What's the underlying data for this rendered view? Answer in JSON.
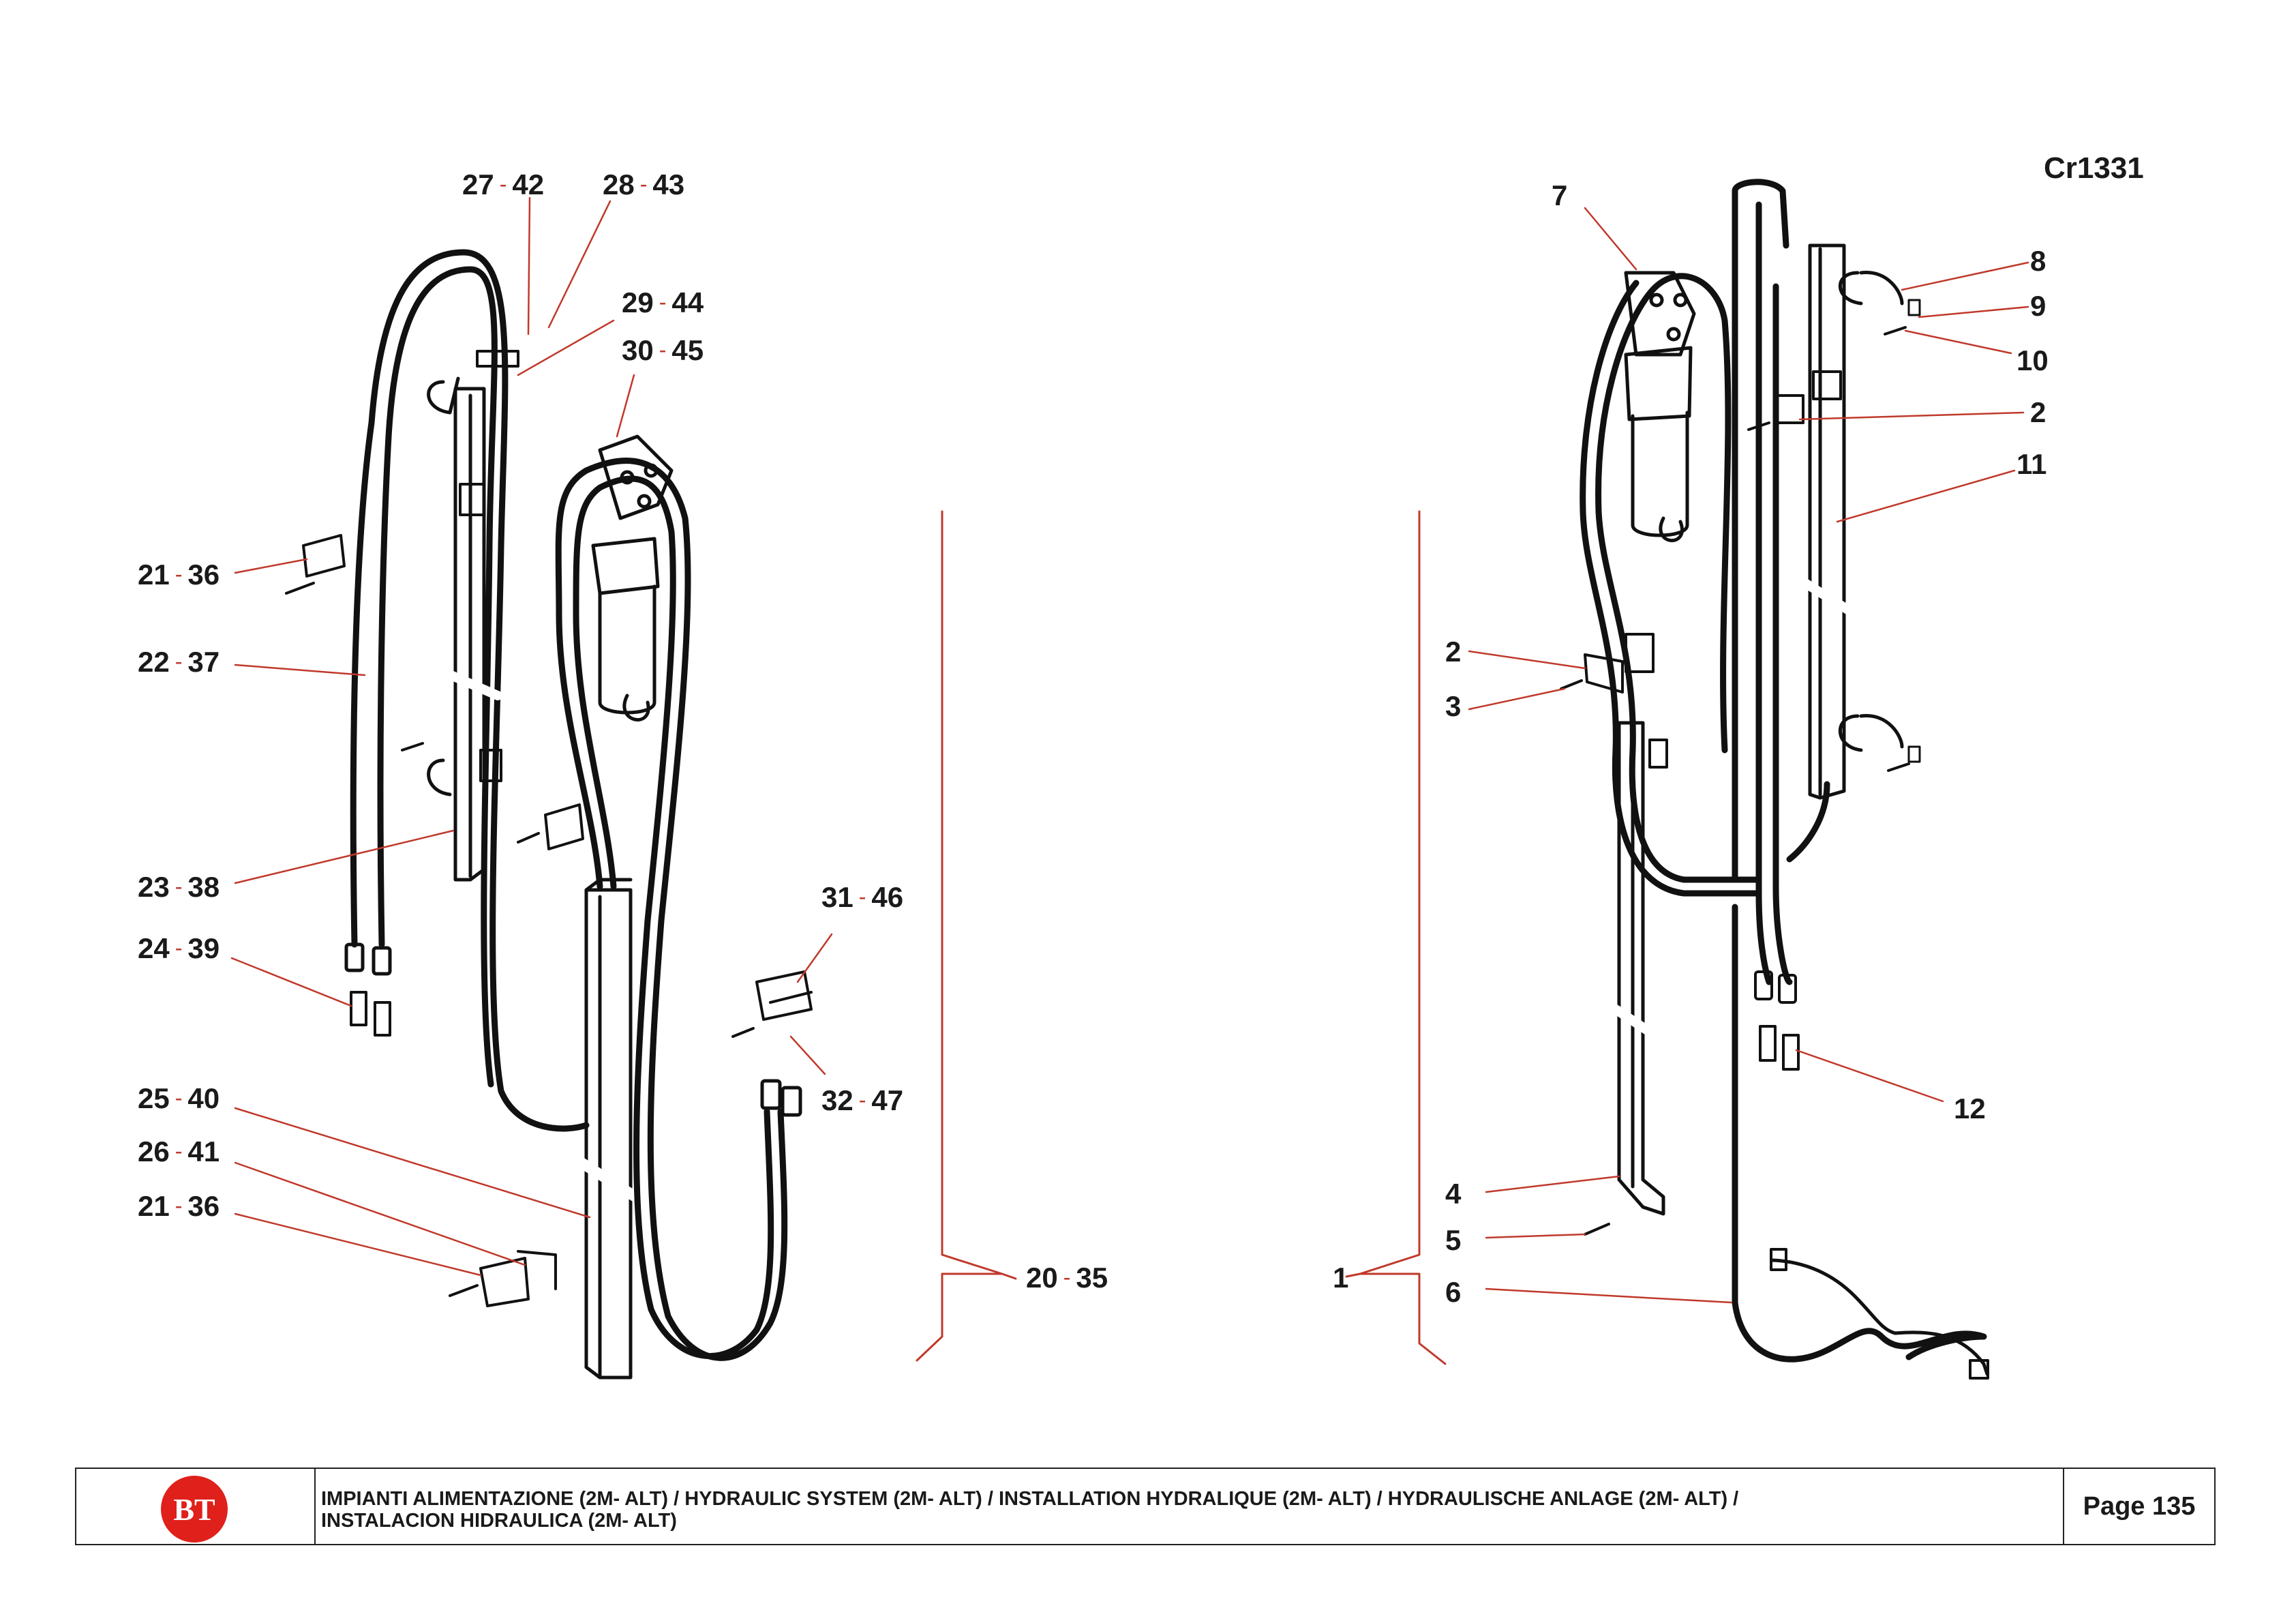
{
  "drawing_code": "Cr1331",
  "callouts_left": [
    {
      "id": "c-27-42",
      "a": "27",
      "b": "42"
    },
    {
      "id": "c-28-43",
      "a": "28",
      "b": "43"
    },
    {
      "id": "c-29-44",
      "a": "29",
      "b": "44"
    },
    {
      "id": "c-30-45",
      "a": "30",
      "b": "45"
    },
    {
      "id": "c-21-36a",
      "a": "21",
      "b": "36"
    },
    {
      "id": "c-22-37",
      "a": "22",
      "b": "37"
    },
    {
      "id": "c-23-38",
      "a": "23",
      "b": "38"
    },
    {
      "id": "c-24-39",
      "a": "24",
      "b": "39"
    },
    {
      "id": "c-31-46",
      "a": "31",
      "b": "46"
    },
    {
      "id": "c-32-47",
      "a": "32",
      "b": "47"
    },
    {
      "id": "c-25-40",
      "a": "25",
      "b": "40"
    },
    {
      "id": "c-26-41",
      "a": "26",
      "b": "41"
    },
    {
      "id": "c-21-36b",
      "a": "21",
      "b": "36"
    },
    {
      "id": "c-20-35",
      "a": "20",
      "b": "35"
    }
  ],
  "callouts_right": [
    "7",
    "8",
    "9",
    "10",
    "2",
    "11",
    "2",
    "3",
    "12",
    "4",
    "5",
    "1",
    "6"
  ],
  "footer": {
    "logo_text": "BT",
    "title_line1": "IMPIANTI ALIMENTAZIONE  (2M- ALT) / HYDRAULIC SYSTEM  (2M- ALT) / INSTALLATION HYDRALIQUE  (2M- ALT) / HYDRAULISCHE ANLAGE  (2M- ALT) /",
    "title_line2": "INSTALACION HIDRAULICA  (2M- ALT)",
    "page": "Page 135"
  },
  "colors": {
    "leader": "#c0392b",
    "ink": "#1a1a1a",
    "brand": "#e0201b"
  }
}
